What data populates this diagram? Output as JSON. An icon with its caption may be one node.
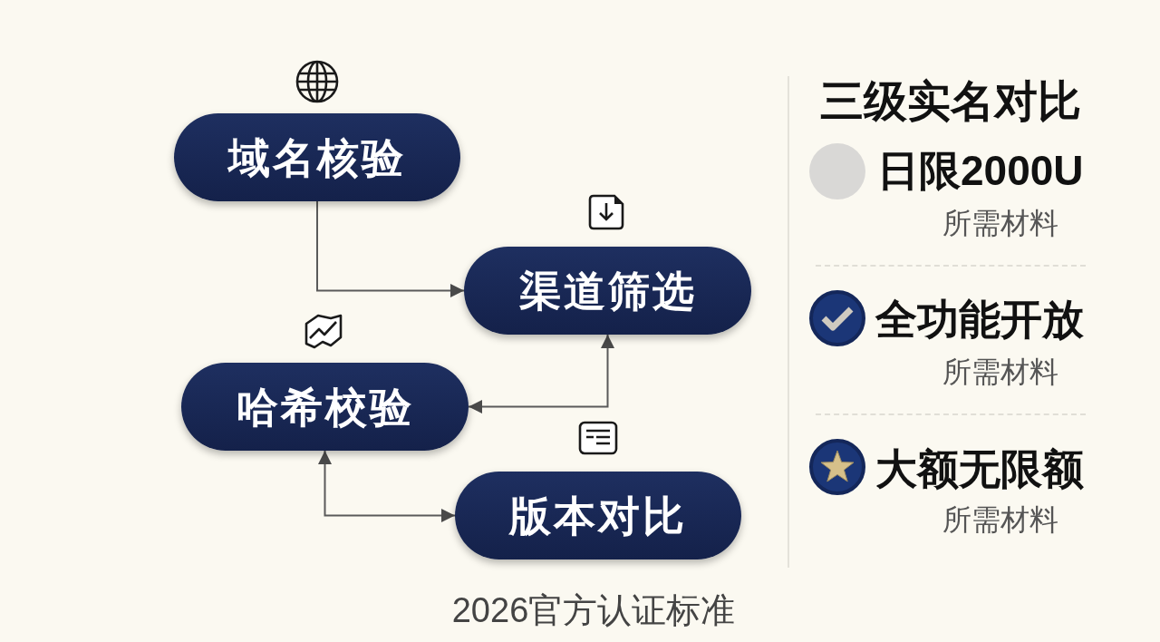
{
  "diagram": {
    "caption": "2026官方认证标准",
    "nodes": [
      {
        "text": [
          "域名核验"
        ]
      },
      {
        "text": [
          "渠道筛选"
        ]
      },
      {
        "text": [
          "哈希校验"
        ]
      },
      {
        "text": [
          "版本对比"
        ]
      }
    ],
    "edges": [
      {
        "from": 0,
        "to": 1,
        "arrow": "to"
      },
      {
        "from": 1,
        "to": 2,
        "arrow": "both"
      },
      {
        "from": 2,
        "to": 3,
        "arrow": "both"
      }
    ],
    "labels": [
      "三级实名对比",
      "日限2000U",
      "所需材料",
      "全功能开放",
      "所需材料",
      "大额无限额",
      "所需材料"
    ]
  }
}
